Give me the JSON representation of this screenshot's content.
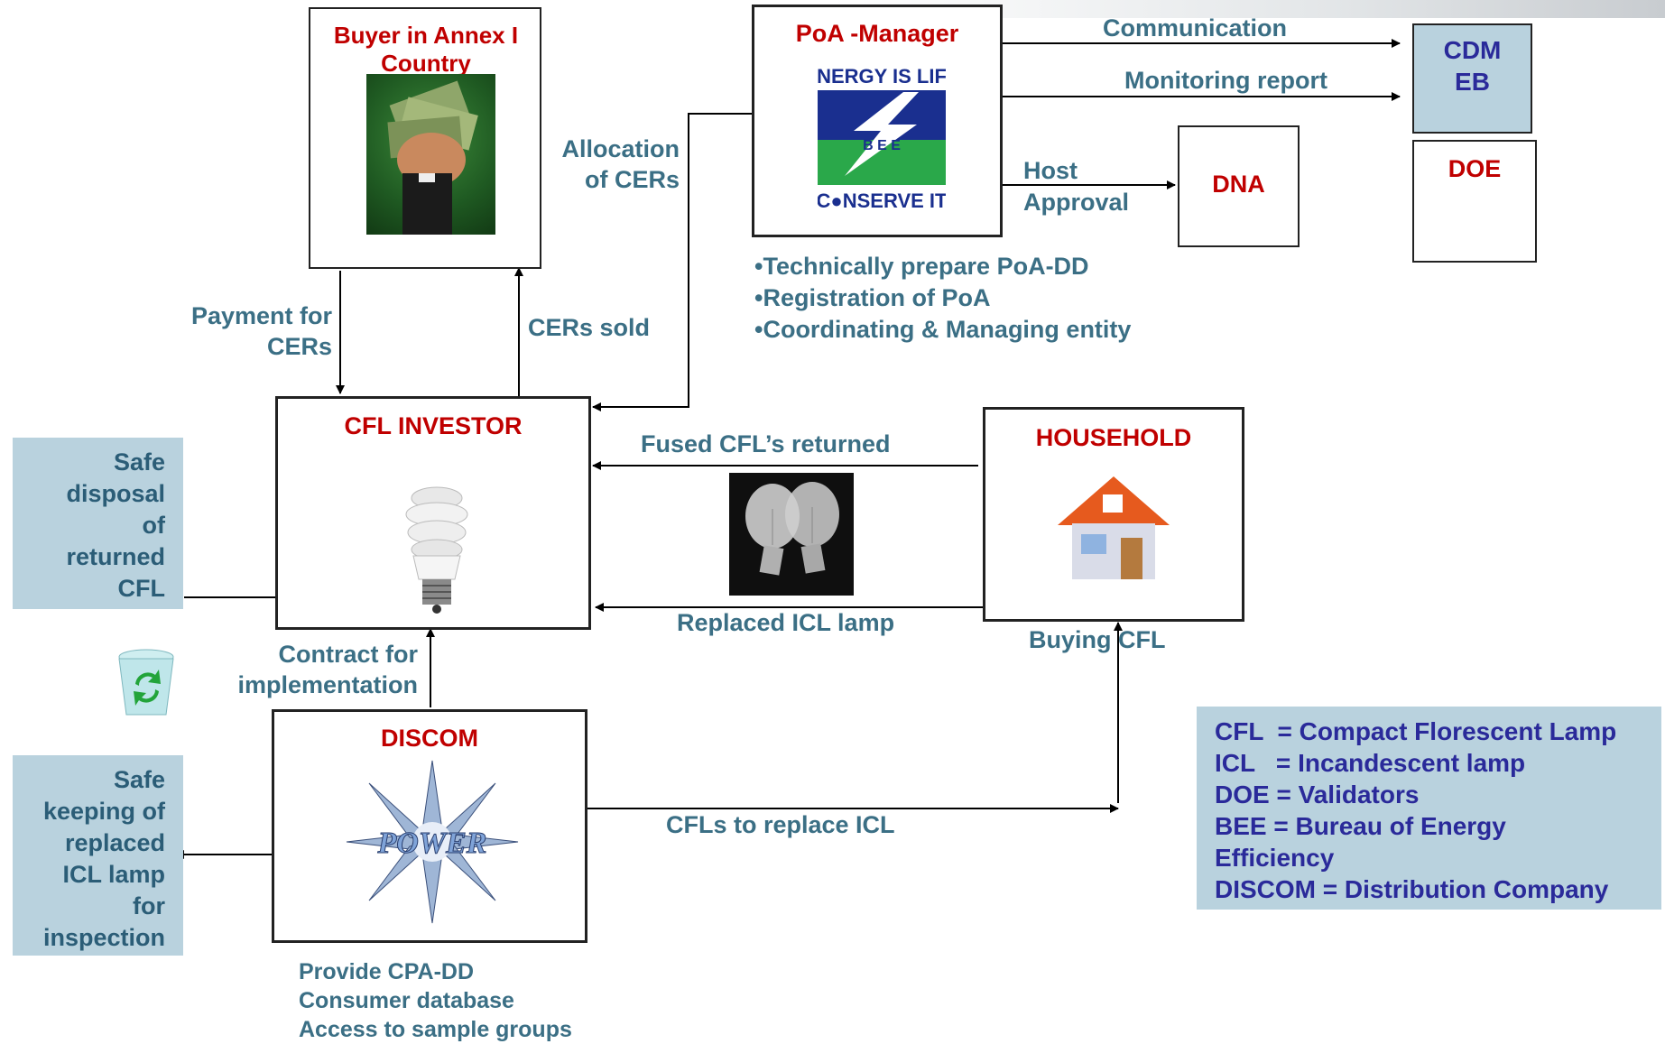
{
  "nodes": {
    "buyer": {
      "title": "Buyer in Annex I Country"
    },
    "poa_manager": {
      "title": "PoA -Manager",
      "logo": {
        "top_text": "ENERGY IS LIFE",
        "mid_text": "B E E",
        "bottom_text": "C●NSERVE IT"
      },
      "bullets": [
        "•Technically prepare PoA-DD",
        "•Registration of PoA",
        "•Coordinating & Managing entity"
      ]
    },
    "cdm_eb": {
      "title_line1": "CDM",
      "title_line2": "EB"
    },
    "doe": {
      "title": "DOE"
    },
    "dna": {
      "title": "DNA"
    },
    "cfl_investor": {
      "title": "CFL INVESTOR"
    },
    "household": {
      "title": "HOUSEHOLD"
    },
    "discom": {
      "title": "DISCOM",
      "logo_text": "POWER",
      "notes": [
        "Provide CPA-DD",
        "Consumer database",
        "Access to sample groups"
      ]
    }
  },
  "edges": {
    "communication": "Communication",
    "monitoring_report": "Monitoring report",
    "host_approval_line1": "Host",
    "host_approval_line2": "Approval",
    "allocation_line1": "Allocation",
    "allocation_line2": "of CERs",
    "payment_line1": "Payment for",
    "payment_line2": "CERs",
    "cers_sold": "CERs sold",
    "fused_returned": "Fused CFL’s returned",
    "replaced_icl": "Replaced ICL lamp",
    "buying_cfl": "Buying CFL",
    "contract_line1": "Contract for",
    "contract_line2": "implementation",
    "cfls_replace_icl": "CFLs to replace ICL"
  },
  "side_boxes": {
    "safe_disposal": [
      "Safe",
      "disposal",
      "of",
      "returned",
      "CFL"
    ],
    "safe_keeping": [
      "Safe",
      "keeping of",
      "replaced",
      "ICL lamp",
      "for",
      "inspection"
    ]
  },
  "legend": [
    "CFL  = Compact Florescent Lamp",
    "ICL   = Incandescent lamp",
    "DOE = Validators",
    "BEE = Bureau of Energy",
    "Efficiency",
    "DISCOM = Distribution Company"
  ],
  "icons": [
    "money-in-hand-icon",
    "bee-logo-icon",
    "cfl-bulb-icon",
    "incandescent-bulbs-icon",
    "house-icon",
    "recycle-bin-icon",
    "power-logo-icon"
  ],
  "colors": {
    "node_title": "#c00000",
    "edge_label": "#3b6f85",
    "panel_bg": "#b9d2de",
    "legend_text": "#2a2a9a"
  }
}
